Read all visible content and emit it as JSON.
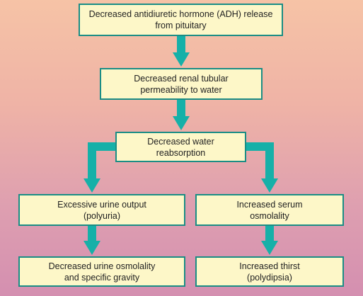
{
  "colors": {
    "box_fill": "#fdf7c8",
    "box_border": "#1a8d85",
    "arrow": "#16b0a8",
    "background_top": "#f6c3a6",
    "background_bottom": "#d48fb0"
  },
  "nodes": {
    "adh_release": {
      "line1": "Decreased antidiuretic hormone (ADH) release",
      "line2": "from pituitary"
    },
    "tubular_permeability": {
      "line1": "Decreased renal tubular",
      "line2": "permeability to water"
    },
    "water_reabsorption": {
      "line1": "Decreased water",
      "line2": "reabsorption"
    },
    "urine_output": {
      "line1": "Excessive urine output",
      "line2": "(polyuria)"
    },
    "serum_osmolality": {
      "line1": "Increased serum",
      "line2": "osmolality"
    },
    "urine_osmolality": {
      "line1": "Decreased urine osmolality",
      "line2": "and specific gravity"
    },
    "thirst": {
      "line1": "Increased thirst",
      "line2": "(polydipsia)"
    }
  }
}
